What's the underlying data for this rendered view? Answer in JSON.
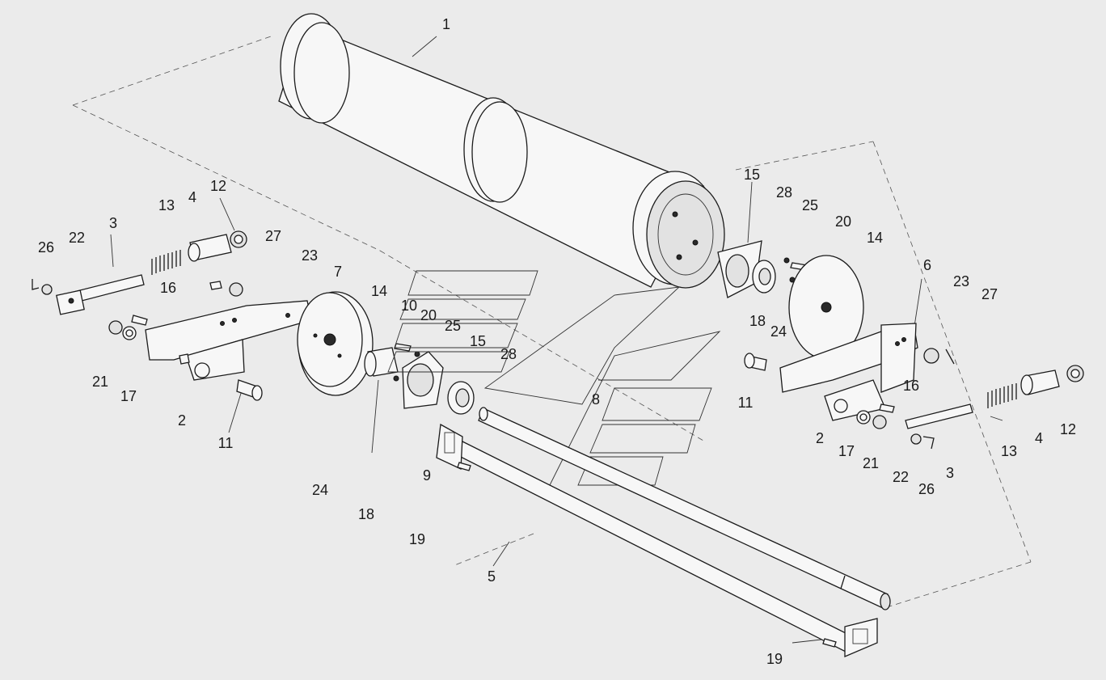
{
  "labels": {
    "l1": "1",
    "l15a": "15",
    "l28a": "28",
    "l25a": "25",
    "l20a": "20",
    "l14a": "14",
    "l12a": "12",
    "l4a": "4",
    "l13a": "13",
    "l3a": "3",
    "l22a": "22",
    "l26a": "26",
    "l27a": "27",
    "l23a": "23",
    "l7": "7",
    "l16a": "16",
    "l14b": "14",
    "l10": "10",
    "l20b": "20",
    "l25b": "25",
    "l15b": "15",
    "l28b": "28",
    "l21a": "21",
    "l17a": "17",
    "l2a": "2",
    "l11a": "11",
    "l24a": "24",
    "l18a": "18",
    "l19a": "19",
    "l5": "5",
    "l9": "9",
    "l8": "8",
    "l6": "6",
    "l23b": "23",
    "l27b": "27",
    "l18b": "18",
    "l24b": "24",
    "l11b": "11",
    "l16b": "16",
    "l2b": "2",
    "l17b": "17",
    "l21b": "21",
    "l22b": "22",
    "l26b": "26",
    "l3b": "3",
    "l13b": "13",
    "l4b": "4",
    "l12b": "12",
    "l19b": "19"
  }
}
